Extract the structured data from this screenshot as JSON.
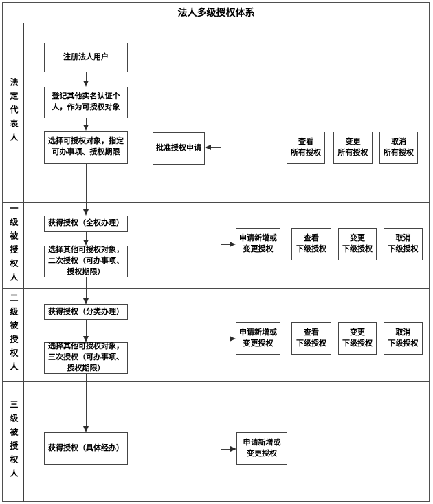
{
  "title": "法人多级授权体系",
  "lanes": [
    {
      "label": "法定代表人"
    },
    {
      "label": "一级被授权人"
    },
    {
      "label": "二级被授权人"
    },
    {
      "label": "三级被授权人"
    }
  ],
  "nodes": {
    "register_user": "注册法人用户",
    "register_individuals": "登记其他实名认证个\n人，作为可授权对象",
    "select_grantee": "选择可授权对象，指定\n可办事项、授权期限",
    "approve_request": "批准授权申请",
    "view_all": "查看\n所有授权",
    "change_all": "变更\n所有授权",
    "cancel_all": "取消\n所有授权",
    "get_auth_full": "获得授权（全权办理）",
    "select_grantee_2": "选择其他可授权对象，\n二次授权（可办事项、\n授权期限）",
    "apply_change_2": "申请新增或\n变更授权",
    "view_sub_2": "查看\n下级授权",
    "change_sub_2": "变更\n下级授权",
    "cancel_sub_2": "取消\n下级授权",
    "get_auth_category": "获得授权（分类办理）",
    "select_grantee_3": "选择其他可授权对象，\n三次授权（可办事项、\n授权期限）",
    "apply_change_3": "申请新增或\n变更授权",
    "view_sub_3": "查看\n下级授权",
    "change_sub_3": "变更\n下级授权",
    "cancel_sub_3": "取消\n下级授权",
    "get_auth_specific": "获得授权（具体经办）",
    "apply_change_4": "申请新增或\n变更授权"
  },
  "palette": {
    "line": "#3f3f3f",
    "text": "#000000",
    "background": "#ffffff"
  }
}
